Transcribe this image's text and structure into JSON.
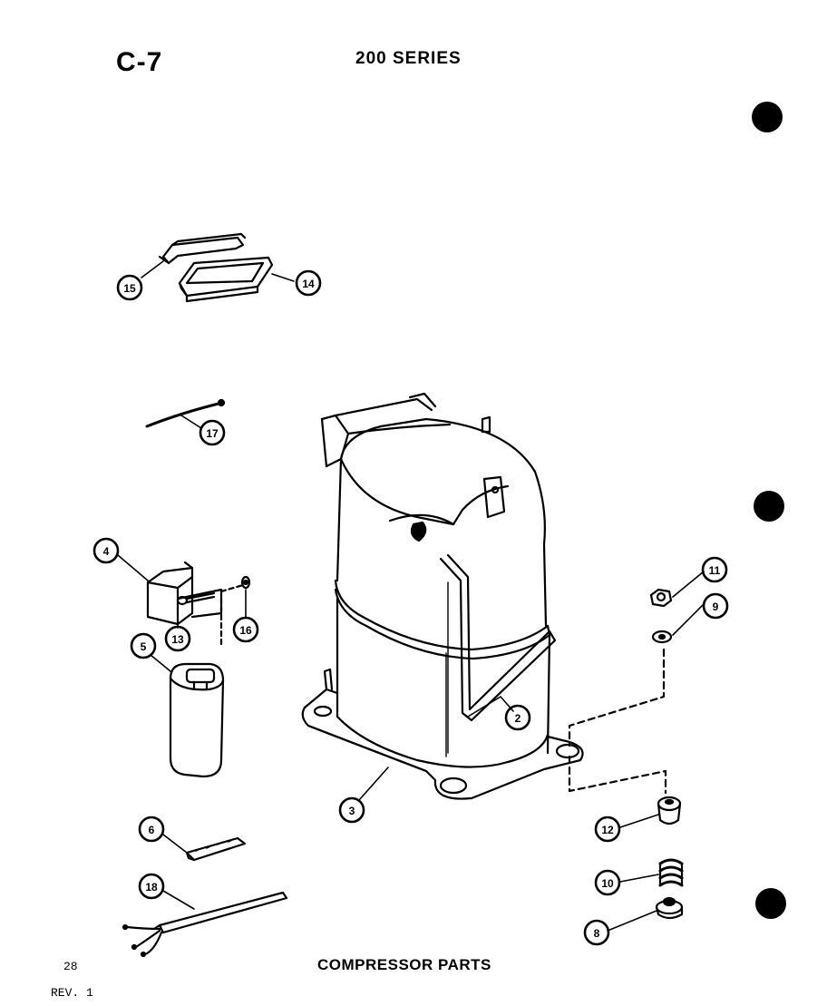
{
  "header": {
    "page_id": "C-7",
    "series": "200 SERIES"
  },
  "footer": {
    "caption": "COMPRESSOR PARTS",
    "page_number": "28",
    "revision": "REV. 1"
  },
  "callouts": {
    "c15": "15",
    "c14": "14",
    "c17": "17",
    "c4": "4",
    "c13": "13",
    "c16": "16",
    "c5": "5",
    "c2": "2",
    "c3": "3",
    "c11": "11",
    "c9": "9",
    "c6": "6",
    "c18": "18",
    "c12": "12",
    "c10": "10",
    "c8": "8"
  }
}
